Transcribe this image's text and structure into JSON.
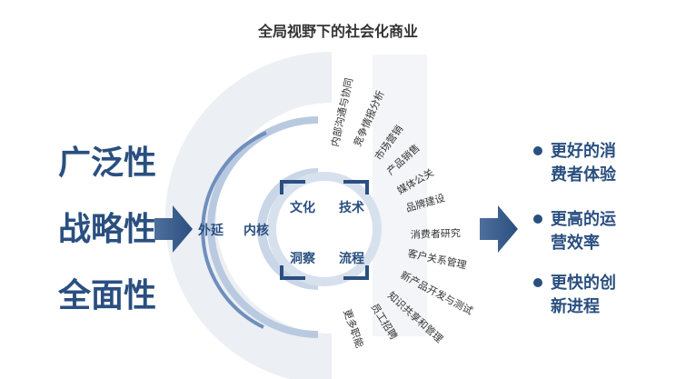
{
  "title": "全局视野下的社会化商业",
  "pillars": [
    "广泛性",
    "战略性",
    "全面性"
  ],
  "rings": {
    "outer": "外延",
    "inner": "内核"
  },
  "quadrants": [
    "文化",
    "技术",
    "洞察",
    "流程"
  ],
  "functions": [
    "内部沟通与协同",
    "竞争情报分析",
    "市场营销",
    "产品销售",
    "媒体公关",
    "品牌建设",
    "消费者研究",
    "客户关系管理",
    "新产品开发与测试",
    "知识共享和管理",
    "员工招聘",
    "更多职能"
  ],
  "outcomes": [
    {
      "line1": "更好的消",
      "line2": "费者体验"
    },
    {
      "line1": "更高的运",
      "line2": "营效率"
    },
    {
      "line1": "更快的创",
      "line2": "新进程"
    }
  ],
  "colors": {
    "primary": "#2a4f80",
    "arc_light": "#c9d6e8",
    "arc_mid": "#7f9cc6",
    "background_logo": "#eceff3"
  }
}
